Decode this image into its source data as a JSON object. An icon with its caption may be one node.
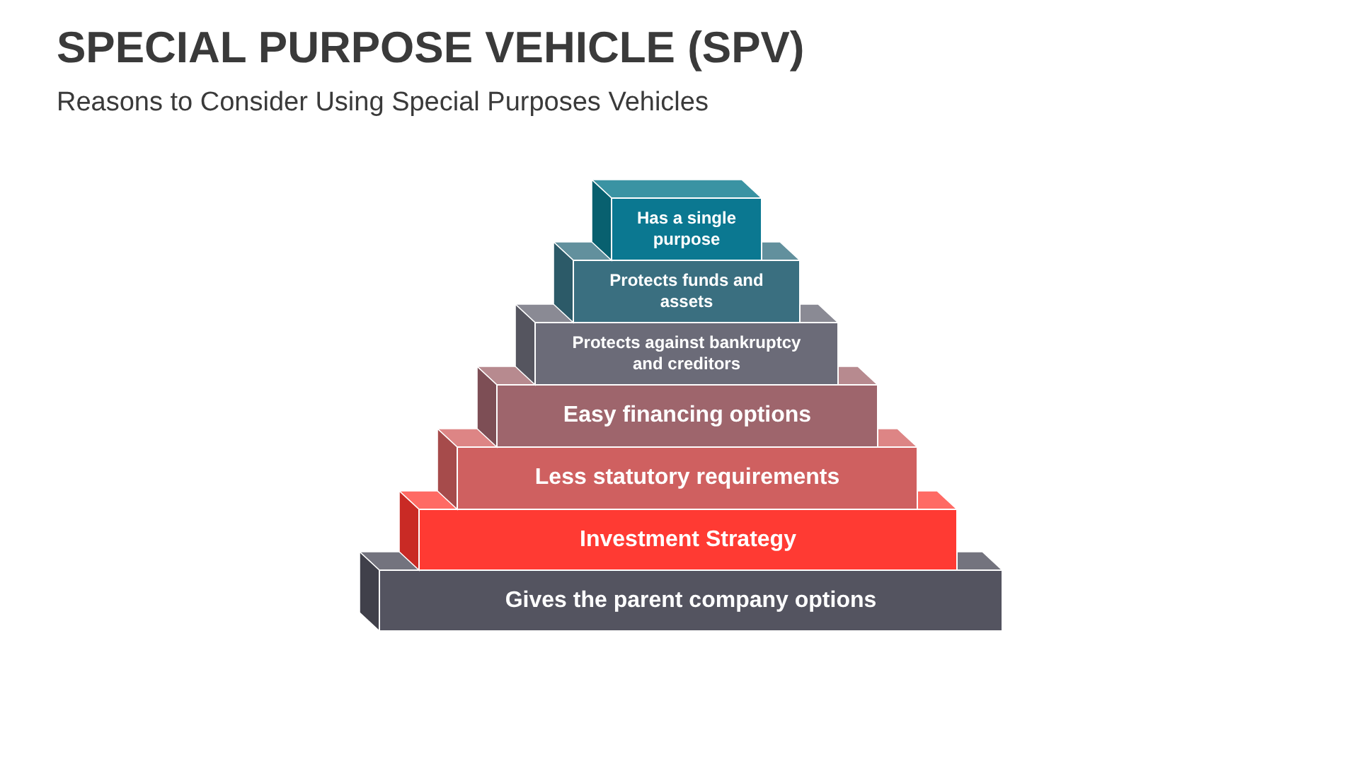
{
  "diagram": {
    "title": "SPECIAL PURPOSE VEHICLE (SPV)",
    "caption": "Reasons to Consider Using Special Purposes Vehicles",
    "nodes": [
      {
        "text": [
          "Has a single purpose"
        ]
      },
      {
        "text": [
          "Protects funds and assets"
        ]
      },
      {
        "text": [
          "Protects against bankruptcy and creditors"
        ]
      },
      {
        "text": [
          "Easy financing options"
        ]
      },
      {
        "text": [
          "Less statutory requirements"
        ]
      },
      {
        "text": [
          "Investment Strategy"
        ]
      },
      {
        "text": [
          "Gives the parent company options"
        ]
      }
    ]
  }
}
